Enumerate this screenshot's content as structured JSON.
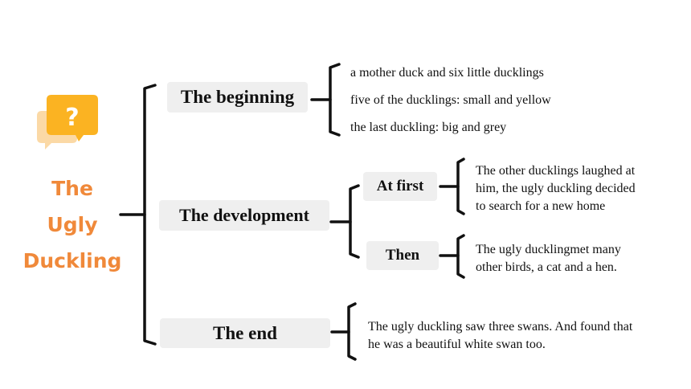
{
  "title": {
    "line1": "The",
    "line2": "Ugly",
    "line3": "Duckling"
  },
  "icon": {
    "name": "question-bubble-icon",
    "glyph": "?",
    "color_main": "#fbb322",
    "color_back": "#fbd9a6"
  },
  "accent_color": "#f0893a",
  "sections": {
    "beginning": {
      "label": "The beginning",
      "items": [
        "a mother duck and six little ducklings",
        "five of the ducklings: small and yellow",
        "the last duckling: big and grey"
      ]
    },
    "development": {
      "label": "The development",
      "at_first": {
        "label": "At first",
        "lines": [
          "The other ducklings laughed at",
          "him, the ugly duckling decided",
          "to search for a new home"
        ]
      },
      "then": {
        "label": "Then",
        "lines": [
          "The ugly ducklingmet many",
          "other birds, a cat and a hen."
        ]
      }
    },
    "end": {
      "label": "The end",
      "lines": [
        "The ugly duckling saw three swans. And found that",
        "he was a beautiful white swan too."
      ]
    }
  }
}
